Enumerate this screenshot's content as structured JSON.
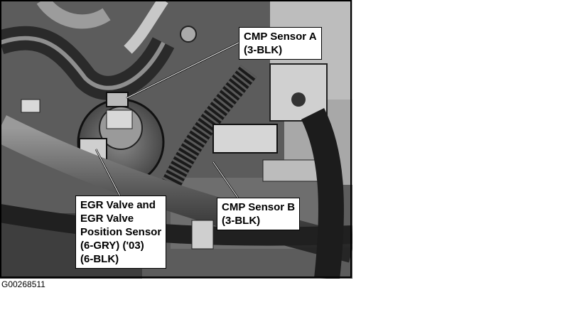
{
  "labels": {
    "cmp_a": {
      "line1": "CMP Sensor A",
      "line2": "(3-BLK)"
    },
    "cmp_b": {
      "line1": "CMP Sensor B",
      "line2": "(3-BLK)"
    },
    "egr": {
      "line1": "EGR Valve and",
      "line2": "EGR Valve",
      "line3": "Position Sensor",
      "line4": "(6-GRY) ('03)",
      "line5": "(6-BLK)"
    }
  },
  "figure_id": "G00268511"
}
